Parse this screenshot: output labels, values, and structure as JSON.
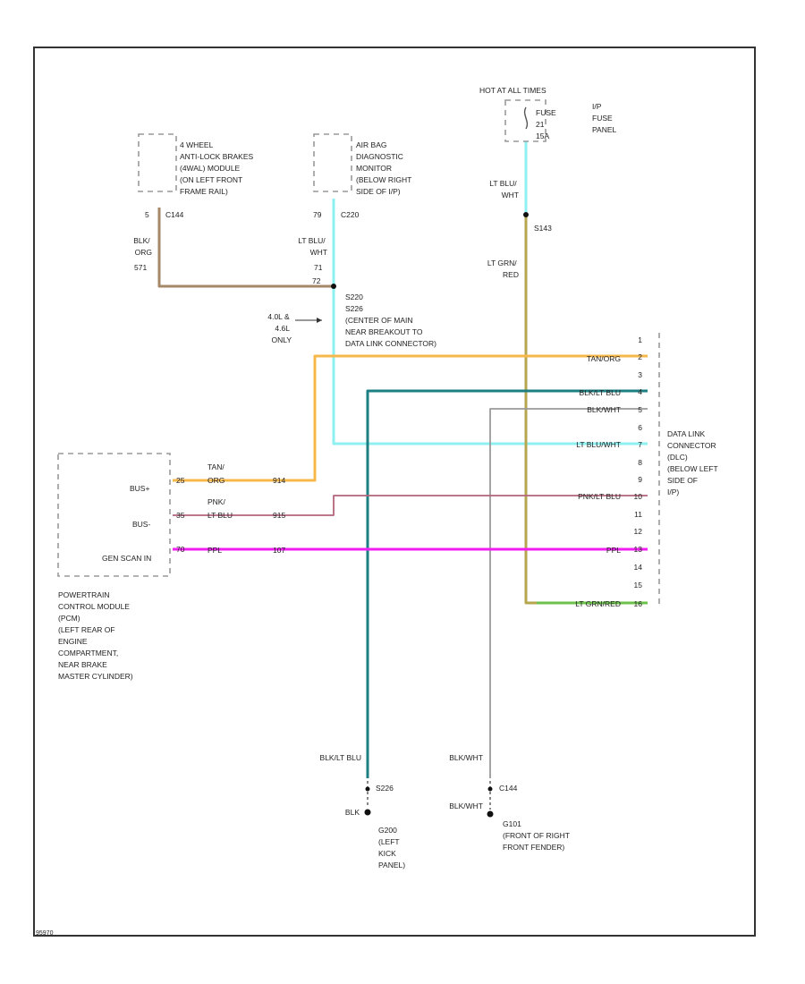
{
  "components": {
    "abs_module": [
      "4 WHEEL",
      "ANTI-LOCK BRAKES",
      "(4WAL) MODULE",
      "(ON LEFT FRONT",
      "FRAME RAIL)"
    ],
    "airbag_monitor": [
      "AIR BAG",
      "DIAGNOSTIC",
      "MONITOR",
      "(BELOW RIGHT",
      "SIDE OF I/P)"
    ],
    "power_label": "HOT AT ALL TIMES",
    "fuse": [
      "FUSE",
      "21",
      "15A"
    ],
    "ip_fuse_panel": [
      "I/P",
      "FUSE",
      "PANEL"
    ],
    "pcm_pins": [
      "BUS+",
      "BUS-",
      "GEN SCAN IN"
    ],
    "pcm_desc": [
      "POWERTRAIN",
      "CONTROL MODULE",
      "(PCM)",
      "(LEFT REAR OF",
      "ENGINE",
      "COMPARTMENT,",
      "NEAR BRAKE",
      "MASTER CYLINDER)"
    ],
    "dlc_desc": [
      "DATA LINK",
      "CONNECTOR",
      "(DLC)",
      "(BELOW LEFT",
      "SIDE OF",
      "I/P)"
    ],
    "splice_note": [
      "S226",
      "(CENTER OF MAIN",
      "NEAR BREAKOUT TO",
      "DATA LINK CONNECTOR)"
    ],
    "option_note": [
      "4.0L &",
      "4.6L",
      "ONLY"
    ],
    "g200_desc": [
      "G200",
      "(LEFT",
      "KICK",
      "PANEL)"
    ],
    "g101_desc": [
      "G101",
      "(FRONT OF RIGHT",
      "FRONT FENDER)"
    ],
    "diagram_id": "95970"
  },
  "connectors": {
    "c144_pin": "5",
    "c144": "C144",
    "c220_pin": "79",
    "c220": "C220",
    "pin_71": "71",
    "pin_72": "72",
    "s220": "S220",
    "s226": "S226",
    "s143": "S143",
    "pcm_pin_a": "25",
    "pcm_pin_b": "35",
    "pcm_pin_c": "70",
    "pcm_circ_a": "914",
    "pcm_circ_b": "915",
    "pcm_circ_c": "107",
    "dlc_pins": [
      "1",
      "2",
      "3",
      "4",
      "5",
      "6",
      "7",
      "8",
      "9",
      "10",
      "11",
      "12",
      "13",
      "14",
      "15",
      "16"
    ]
  },
  "wires": {
    "abs_color": [
      "BLK/",
      "ORG"
    ],
    "abs_circuit": "571",
    "airbag_color": [
      "LT BLU/",
      "WHT"
    ],
    "fuse_color": [
      "LT BLU/",
      "WHT"
    ],
    "power_color": [
      "LT GRN/",
      "RED"
    ],
    "dlc_2": "TAN/ORG",
    "dlc_4": "BLK/LT BLU",
    "dlc_5": "BLK/WHT",
    "dlc_7": "LT BLU/WHT",
    "dlc_10": "PNK/LT BLU",
    "dlc_13": "PPL",
    "dlc_16": "LT GRN/RED",
    "pcm_a_color": [
      "TAN/",
      "ORG"
    ],
    "pcm_b_color": [
      "PNK/",
      "LT BLU"
    ],
    "pcm_c_color": "PPL",
    "ground_a_color": "BLK/LT BLU",
    "ground_a_bottom": "BLK",
    "ground_b_color": "BLK/WHT",
    "ground_b_bottom": "BLK/WHT"
  },
  "colors": {
    "tan_org": "#f7b84b",
    "lt_blu_wht": "#8ef0f0",
    "blk_lt_blu": "#1e7f82",
    "blk_wht": "#9a9a9a",
    "lt_grn_red": "#b5a64f",
    "lt_grn_end": "#6cc24a",
    "pnk_lt_blu": "#b4647a",
    "ppl": "#f21df2",
    "blk_org": "#a48868"
  }
}
